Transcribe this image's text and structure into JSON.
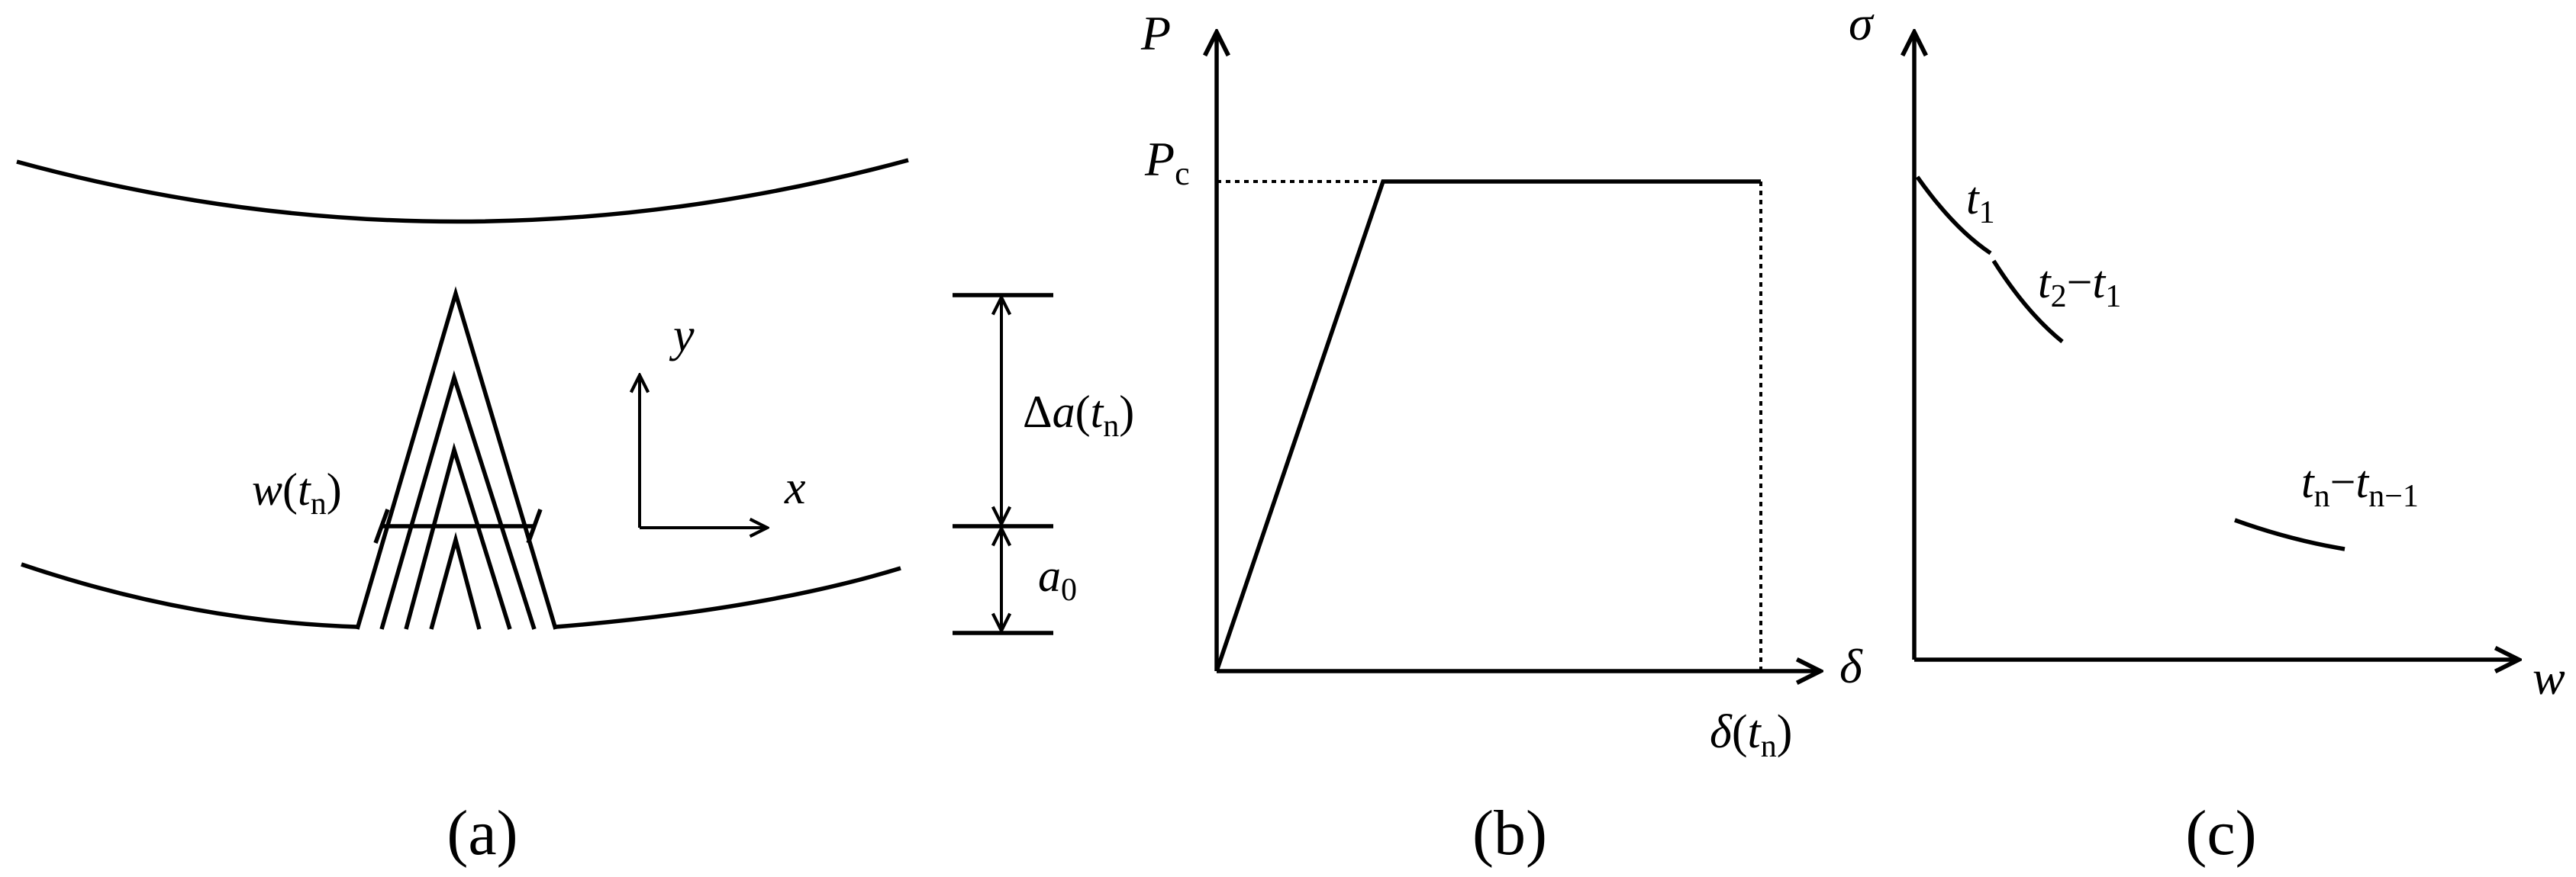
{
  "panel_a": {
    "caption": "(a)",
    "axis_y": "y",
    "axis_x": "x",
    "width_label": {
      "base": "w",
      "open": "(",
      "var": "t",
      "sub": "n",
      "close": ")"
    },
    "delta_a_label": {
      "delta": "Δ",
      "base": "a",
      "open": "(",
      "var": "t",
      "sub": "n",
      "close": ")"
    },
    "a0_label": {
      "base": "a",
      "sub": "0"
    }
  },
  "panel_b": {
    "caption": "(b)",
    "y_axis": "P",
    "pc_label": {
      "base": "P",
      "sub": "c"
    },
    "x_axis": "δ",
    "x_end_label": {
      "base": "δ",
      "open": "(",
      "var": "t",
      "sub": "n",
      "close": ")"
    }
  },
  "panel_c": {
    "caption": "(c)",
    "y_axis": "σ",
    "x_axis": "w",
    "t1_label": {
      "base": "t",
      "sub": "1"
    },
    "t2_label": {
      "a": "t",
      "a_sub": "2",
      "op": "−",
      "b": "t",
      "b_sub": "1"
    },
    "tn_label": {
      "a": "t",
      "a_sub": "n",
      "op": "−",
      "b": "t",
      "b_sub": "n−1"
    }
  }
}
